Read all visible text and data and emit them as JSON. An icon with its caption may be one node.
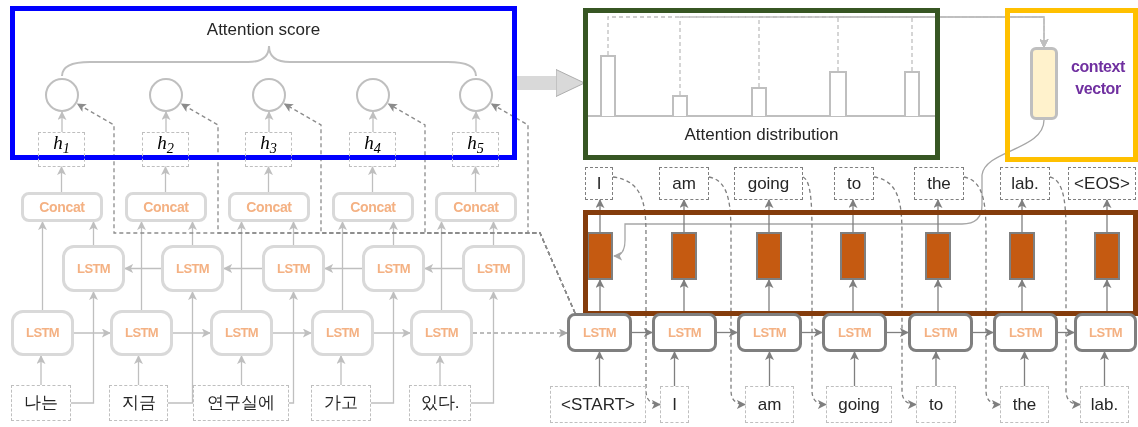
{
  "diagram": {
    "nodes": [
      {
        "text": [
          "Attention score"
        ]
      },
      {
        "text": [],
        "shape": "circle",
        "in": 0
      },
      {
        "text": [],
        "shape": "circle",
        "in": 0
      },
      {
        "text": [],
        "shape": "circle",
        "in": 0
      },
      {
        "text": [],
        "shape": "circle",
        "in": 0
      },
      {
        "text": [],
        "shape": "circle",
        "in": 0
      },
      {
        "text": [
          "Attention distribution"
        ]
      },
      {
        "text": [],
        "shape": "bar",
        "in": 6
      },
      {
        "text": [],
        "shape": "bar",
        "in": 6
      },
      {
        "text": [],
        "shape": "bar",
        "in": 6
      },
      {
        "text": [],
        "shape": "bar",
        "in": 6
      },
      {
        "text": [],
        "shape": "bar",
        "in": 6
      },
      {
        "text": [],
        "shape": "box"
      },
      {
        "text": [],
        "shape": "box",
        "in": 12,
        "beside": [
          "context vector"
        ]
      },
      {
        "text": [
          "h$_{1}$"
        ]
      },
      {
        "text": [
          "h$_{2}$"
        ]
      },
      {
        "text": [
          "h$_{3}$"
        ]
      },
      {
        "text": [
          "h$_{4}$"
        ]
      },
      {
        "text": [
          "h$_{5}$"
        ]
      },
      {
        "text": [
          "I"
        ]
      },
      {
        "text": [
          "am"
        ]
      },
      {
        "text": [
          "going"
        ]
      },
      {
        "text": [
          "to"
        ]
      },
      {
        "text": [
          "the"
        ]
      },
      {
        "text": [
          "lab."
        ]
      },
      {
        "text": [
          "<EOS>"
        ]
      },
      {
        "text": [],
        "shape": "box"
      },
      {
        "text": [],
        "shape": "box",
        "in": 26
      },
      {
        "text": [],
        "shape": "box",
        "in": 26
      },
      {
        "text": [],
        "shape": "box",
        "in": 26
      },
      {
        "text": [],
        "shape": "box",
        "in": 26
      },
      {
        "text": [],
        "shape": "box",
        "in": 26
      },
      {
        "text": [],
        "shape": "box",
        "in": 26
      },
      {
        "text": [],
        "shape": "box",
        "in": 26
      },
      {
        "text": [
          "Concat"
        ]
      },
      {
        "text": [
          "Concat"
        ]
      },
      {
        "text": [
          "Concat"
        ]
      },
      {
        "text": [
          "Concat"
        ]
      },
      {
        "text": [
          "Concat"
        ]
      },
      {
        "text": [
          "LSTM"
        ]
      },
      {
        "text": [
          "LSTM"
        ]
      },
      {
        "text": [
          "LSTM"
        ]
      },
      {
        "text": [
          "LSTM"
        ]
      },
      {
        "text": [
          "LSTM"
        ]
      },
      {
        "text": [
          "LSTM"
        ]
      },
      {
        "text": [
          "LSTM"
        ]
      },
      {
        "text": [
          "LSTM"
        ]
      },
      {
        "text": [
          "LSTM"
        ]
      },
      {
        "text": [
          "LSTM"
        ]
      },
      {
        "text": [
          "LSTM"
        ]
      },
      {
        "text": [
          "LSTM"
        ]
      },
      {
        "text": [
          "LSTM"
        ]
      },
      {
        "text": [
          "LSTM"
        ]
      },
      {
        "text": [
          "LSTM"
        ]
      },
      {
        "text": [
          "LSTM"
        ]
      },
      {
        "text": [
          "LSTM"
        ]
      },
      {
        "text": [
          "나는"
        ]
      },
      {
        "text": [
          "지금"
        ]
      },
      {
        "text": [
          "연구실에"
        ]
      },
      {
        "text": [
          "가고"
        ]
      },
      {
        "text": [
          "있다."
        ]
      },
      {
        "text": [
          "<START>"
        ]
      },
      {
        "text": [
          "I"
        ]
      },
      {
        "text": [
          "am"
        ]
      },
      {
        "text": [
          "going"
        ]
      },
      {
        "text": [
          "to"
        ]
      },
      {
        "text": [
          "the"
        ]
      },
      {
        "text": [
          "lab."
        ]
      }
    ],
    "edges": [
      {
        "from": 14,
        "to": 1,
        "arrow": "to"
      },
      {
        "from": 15,
        "to": 2,
        "arrow": "to"
      },
      {
        "from": 16,
        "to": 3,
        "arrow": "to"
      },
      {
        "from": 17,
        "to": 4,
        "arrow": "to"
      },
      {
        "from": 18,
        "to": 5,
        "arrow": "to"
      },
      {
        "from": 34,
        "to": 14,
        "arrow": "to"
      },
      {
        "from": 35,
        "to": 15,
        "arrow": "to"
      },
      {
        "from": 36,
        "to": 16,
        "arrow": "to"
      },
      {
        "from": 37,
        "to": 17,
        "arrow": "to"
      },
      {
        "from": 38,
        "to": 18,
        "arrow": "to"
      },
      {
        "from": 44,
        "to": 34,
        "arrow": "to"
      },
      {
        "from": 45,
        "to": 35,
        "arrow": "to"
      },
      {
        "from": 46,
        "to": 36,
        "arrow": "to"
      },
      {
        "from": 47,
        "to": 37,
        "arrow": "to"
      },
      {
        "from": 48,
        "to": 38,
        "arrow": "to"
      },
      {
        "from": 39,
        "to": 34,
        "arrow": "to"
      },
      {
        "from": 40,
        "to": 35,
        "arrow": "to"
      },
      {
        "from": 41,
        "to": 36,
        "arrow": "to"
      },
      {
        "from": 42,
        "to": 37,
        "arrow": "to"
      },
      {
        "from": 43,
        "to": 38,
        "arrow": "to"
      },
      {
        "from": 44,
        "to": 45,
        "arrow": "to"
      },
      {
        "from": 45,
        "to": 46,
        "arrow": "to"
      },
      {
        "from": 46,
        "to": 47,
        "arrow": "to"
      },
      {
        "from": 47,
        "to": 48,
        "arrow": "to"
      },
      {
        "from": 40,
        "to": 39,
        "arrow": "to"
      },
      {
        "from": 41,
        "to": 40,
        "arrow": "to"
      },
      {
        "from": 42,
        "to": 41,
        "arrow": "to"
      },
      {
        "from": 43,
        "to": 42,
        "arrow": "to"
      },
      {
        "from": 56,
        "to": 44,
        "arrow": "to"
      },
      {
        "from": 57,
        "to": 45,
        "arrow": "to"
      },
      {
        "from": 58,
        "to": 46,
        "arrow": "to"
      },
      {
        "from": 59,
        "to": 47,
        "arrow": "to"
      },
      {
        "from": 60,
        "to": 48,
        "arrow": "to"
      },
      {
        "from": 56,
        "to": 39,
        "arrow": "to"
      },
      {
        "from": 57,
        "to": 40,
        "arrow": "to"
      },
      {
        "from": 58,
        "to": 41,
        "arrow": "to"
      },
      {
        "from": 59,
        "to": 42,
        "arrow": "to"
      },
      {
        "from": 60,
        "to": 43,
        "arrow": "to"
      },
      {
        "from": 48,
        "to": 49,
        "arrow": "to",
        "style": "dashed",
        "color": "#a6a6a6"
      },
      {
        "from": 49,
        "to": 1,
        "arrow": "to",
        "style": "dashed",
        "color": "#8c8c8c"
      },
      {
        "from": 49,
        "to": 2,
        "arrow": "to",
        "style": "dashed",
        "color": "#8c8c8c"
      },
      {
        "from": 49,
        "to": 3,
        "arrow": "to",
        "style": "dashed",
        "color": "#8c8c8c"
      },
      {
        "from": 49,
        "to": 4,
        "arrow": "to",
        "style": "dashed",
        "color": "#8c8c8c"
      },
      {
        "from": 49,
        "to": 5,
        "arrow": "to",
        "style": "dashed",
        "color": "#8c8c8c"
      },
      {
        "from": 0,
        "to": 6,
        "arrow": "to",
        "style": "thick",
        "color": "#d9d9d9"
      },
      {
        "from": 7,
        "to": 13,
        "arrow": "to",
        "style": "dashed"
      },
      {
        "from": 8,
        "to": 13,
        "arrow": "to",
        "style": "dashed"
      },
      {
        "from": 9,
        "to": 13,
        "arrow": "to",
        "style": "dashed"
      },
      {
        "from": 10,
        "to": 13,
        "arrow": "to",
        "style": "dashed"
      },
      {
        "from": 11,
        "to": 13,
        "arrow": "to",
        "style": "dashed"
      },
      {
        "from": 13,
        "to": 27,
        "arrow": "to",
        "color": "#a6a6a6"
      },
      {
        "from": 61,
        "to": 49,
        "arrow": "to",
        "color": "#7f7f7f"
      },
      {
        "from": 62,
        "to": 50,
        "arrow": "to",
        "color": "#7f7f7f"
      },
      {
        "from": 63,
        "to": 51,
        "arrow": "to",
        "color": "#7f7f7f"
      },
      {
        "from": 64,
        "to": 52,
        "arrow": "to",
        "color": "#7f7f7f"
      },
      {
        "from": 65,
        "to": 53,
        "arrow": "to",
        "color": "#7f7f7f"
      },
      {
        "from": 66,
        "to": 54,
        "arrow": "to",
        "color": "#7f7f7f"
      },
      {
        "from": 67,
        "to": 55,
        "arrow": "to",
        "color": "#7f7f7f"
      },
      {
        "from": 49,
        "to": 27,
        "arrow": "to",
        "color": "#7f7f7f"
      },
      {
        "from": 50,
        "to": 28,
        "arrow": "to",
        "color": "#7f7f7f"
      },
      {
        "from": 51,
        "to": 29,
        "arrow": "to",
        "color": "#7f7f7f"
      },
      {
        "from": 52,
        "to": 30,
        "arrow": "to",
        "color": "#7f7f7f"
      },
      {
        "from": 53,
        "to": 31,
        "arrow": "to",
        "color": "#7f7f7f"
      },
      {
        "from": 54,
        "to": 32,
        "arrow": "to",
        "color": "#7f7f7f"
      },
      {
        "from": 55,
        "to": 33,
        "arrow": "to",
        "color": "#7f7f7f"
      },
      {
        "from": 27,
        "to": 19,
        "arrow": "to",
        "color": "#7f7f7f"
      },
      {
        "from": 28,
        "to": 20,
        "arrow": "to",
        "color": "#7f7f7f"
      },
      {
        "from": 29,
        "to": 21,
        "arrow": "to",
        "color": "#7f7f7f"
      },
      {
        "from": 30,
        "to": 22,
        "arrow": "to",
        "color": "#7f7f7f"
      },
      {
        "from": 31,
        "to": 23,
        "arrow": "to",
        "color": "#7f7f7f"
      },
      {
        "from": 32,
        "to": 24,
        "arrow": "to",
        "color": "#7f7f7f"
      },
      {
        "from": 33,
        "to": 25,
        "arrow": "to",
        "color": "#7f7f7f"
      },
      {
        "from": 49,
        "to": 50,
        "arrow": "to",
        "color": "#7f7f7f"
      },
      {
        "from": 50,
        "to": 51,
        "arrow": "to",
        "color": "#7f7f7f"
      },
      {
        "from": 51,
        "to": 52,
        "arrow": "to",
        "color": "#7f7f7f"
      },
      {
        "from": 52,
        "to": 53,
        "arrow": "to",
        "color": "#7f7f7f"
      },
      {
        "from": 53,
        "to": 54,
        "arrow": "to",
        "color": "#7f7f7f"
      },
      {
        "from": 54,
        "to": 55,
        "arrow": "to",
        "color": "#7f7f7f"
      },
      {
        "from": 19,
        "to": 62,
        "arrow": "to",
        "style": "dashed",
        "color": "#7f7f7f"
      },
      {
        "from": 20,
        "to": 63,
        "arrow": "to",
        "style": "dashed",
        "color": "#7f7f7f"
      },
      {
        "from": 21,
        "to": 64,
        "arrow": "to",
        "style": "dashed",
        "color": "#7f7f7f"
      },
      {
        "from": 22,
        "to": 65,
        "arrow": "to",
        "style": "dashed",
        "color": "#7f7f7f"
      },
      {
        "from": 23,
        "to": 66,
        "arrow": "to",
        "style": "dashed",
        "color": "#7f7f7f"
      },
      {
        "from": 24,
        "to": 67,
        "arrow": "to",
        "style": "dashed",
        "color": "#7f7f7f"
      }
    ]
  }
}
